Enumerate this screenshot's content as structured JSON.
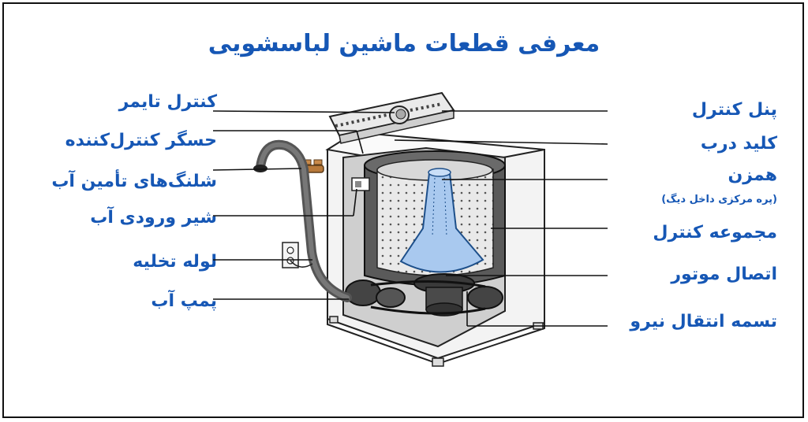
{
  "title": "معرفی قطعات ماشین لباسشویی",
  "labels_left": [
    {
      "id": "timer",
      "text": "کنترل تایمر"
    },
    {
      "id": "sensor",
      "text": "حسگر کنترل‌کننده"
    },
    {
      "id": "hoses",
      "text": "شلنگ‌های تأمین آب"
    },
    {
      "id": "valve",
      "text": "شیر ورودی آب"
    },
    {
      "id": "drain",
      "text": "لوله تخلیه"
    },
    {
      "id": "pump",
      "text": "پمپ آب"
    }
  ],
  "labels_right": [
    {
      "id": "panel",
      "text": "پنل کنترل"
    },
    {
      "id": "lid",
      "text": "کلید درب"
    },
    {
      "id": "agitator",
      "text": "همزن"
    },
    {
      "id": "agitator_note",
      "text": "(پره مرکزی داخل دیگ)"
    },
    {
      "id": "assembly",
      "text": "مجموعه کنترل"
    },
    {
      "id": "motor",
      "text": "اتصال موتور"
    },
    {
      "id": "belt",
      "text": "تسمه انتقال نیرو"
    }
  ],
  "colors": {
    "label": "#1657b5",
    "line": "#111111",
    "agitator": "#a9c9ef",
    "drum": "#5a5a5a",
    "cabinet": "#f3f3f3"
  }
}
